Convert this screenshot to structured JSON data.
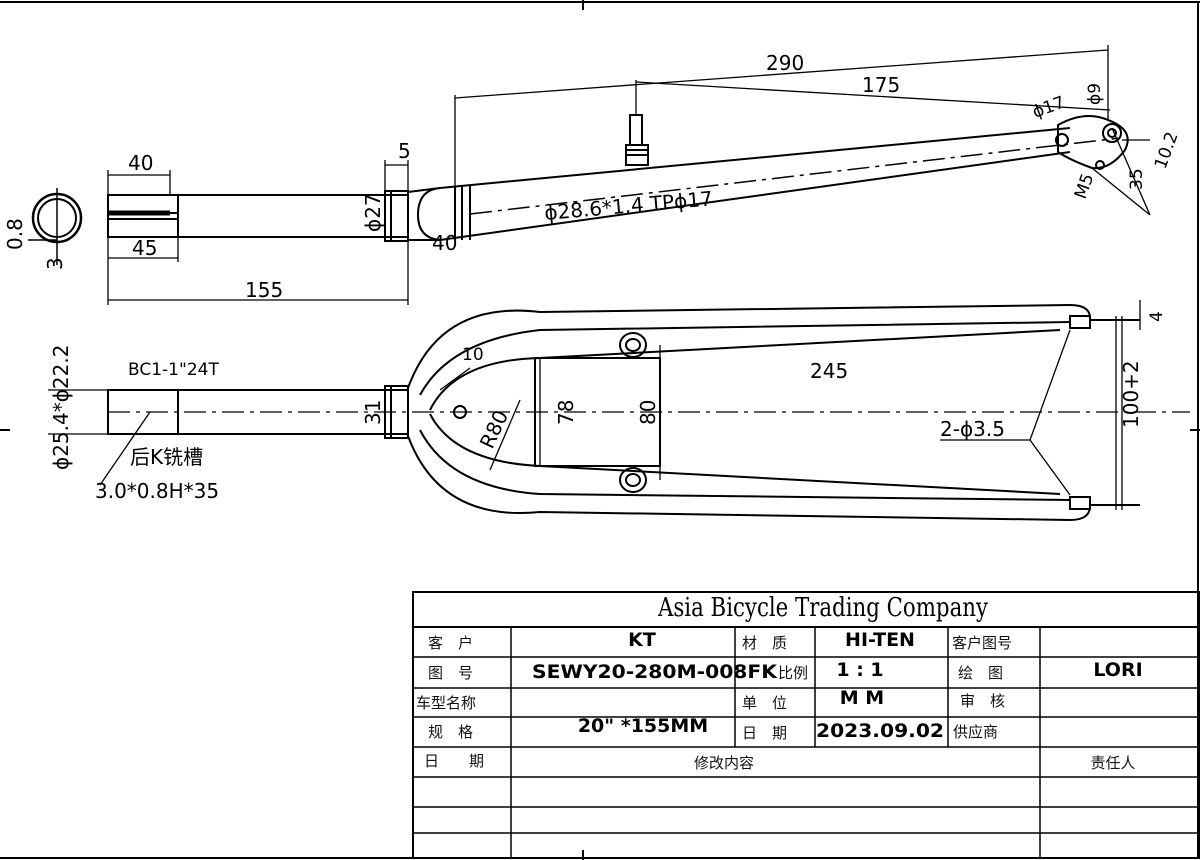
{
  "top_view": {
    "d_40": "40",
    "d_45": "45",
    "d_155": "155",
    "d_5": "5",
    "d_phi27": "ϕ27",
    "d_40_collar": "40",
    "d_290": "290",
    "d_175": "175",
    "d_tube": "ϕ28.6*1.4  TPϕ17",
    "d_phi17": "ϕ17",
    "d_phi9": "ϕ9",
    "d_m5": "M5",
    "d_35": "35",
    "d_10_2": "10.2",
    "d_0_8": "0.8",
    "d_3": "3"
  },
  "bottom_view": {
    "thread": "BC1-1\"24T",
    "d_steerer": "ϕ25.4*ϕ22.2",
    "groove_label": "后K铣槽",
    "groove_spec": "3.0*0.8H*35",
    "d_31": "31",
    "d_10": "10",
    "d_r80": "R80",
    "d_78": "78",
    "d_80": "80",
    "d_245": "245",
    "d_holes": "2-ϕ3.5",
    "d_100": "100+2",
    "d_4": "4"
  },
  "title_block": {
    "company": "Asia Bicycle Trading Company",
    "customer_label": "客　户",
    "customer_value": "KT",
    "material_label": "材　质",
    "material_value": "HI-TEN",
    "cust_drawing_label": "客户图号",
    "cust_drawing_value": "",
    "drawing_no_label": "图　号",
    "drawing_no_value": "SEWY20-280M-008FK",
    "scale_label": "比例",
    "scale_value": "1 : 1",
    "drawn_label": "绘　图",
    "drawn_value": "LORI",
    "model_label": "车型名称",
    "model_value": "",
    "unit_label": "单　位",
    "unit_value": "M M",
    "review_label": "审　核",
    "review_value": "",
    "spec_label": "规　格",
    "spec_value": "20\" *155MM",
    "date_label": "日　期",
    "date_value": "2023.09.02",
    "supplier_label": "供应商",
    "supplier_value": "",
    "rev_date_label": "日　　期",
    "rev_content_label": "修改内容",
    "rev_person_label": "责任人"
  }
}
